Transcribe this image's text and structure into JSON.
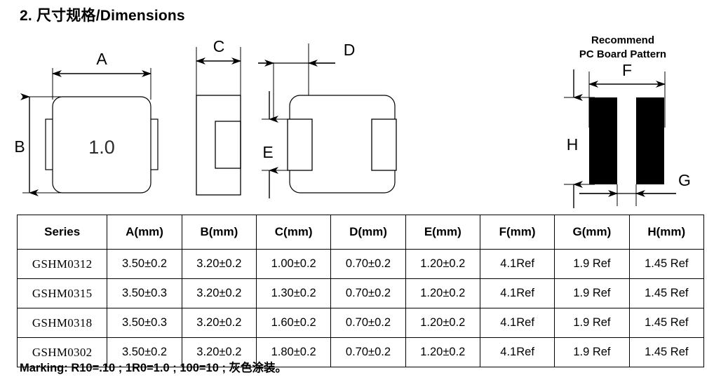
{
  "page": {
    "title": "2. 尺寸规格/Dimensions",
    "marking_note": "Marking: R10=.10 ; 1R0=1.0 ; 100=10 ; 灰色涂装。"
  },
  "drawings": {
    "top_view": {
      "body_marking": "1.0",
      "dim_a": "A",
      "dim_b": "B"
    },
    "side_view": {
      "dim_c": "C"
    },
    "bottom_view": {
      "dim_d": "D",
      "dim_e": "E"
    },
    "pcb_pattern": {
      "title_line1": "Recommend",
      "title_line2": "PC Board Pattern",
      "dim_f": "F",
      "dim_g": "G",
      "dim_h": "H",
      "pad_color": "#000000"
    }
  },
  "table": {
    "headers": [
      "Series",
      "A(mm)",
      "B(mm)",
      "C(mm)",
      "D(mm)",
      "E(mm)",
      "F(mm)",
      "G(mm)",
      "H(mm)"
    ],
    "rows": [
      {
        "series": "GSHM0312",
        "a": "3.50±0.2",
        "b": "3.20±0.2",
        "c": "1.00±0.2",
        "d": "0.70±0.2",
        "e": "1.20±0.2",
        "f": "4.1Ref",
        "g": "1.9 Ref",
        "h": "1.45 Ref"
      },
      {
        "series": "GSHM0315",
        "a": "3.50±0.3",
        "b": "3.20±0.2",
        "c": "1.30±0.2",
        "d": "0.70±0.2",
        "e": "1.20±0.2",
        "f": "4.1Ref",
        "g": "1.9 Ref",
        "h": "1.45 Ref"
      },
      {
        "series": "GSHM0318",
        "a": "3.50±0.3",
        "b": "3.20±0.2",
        "c": "1.60±0.2",
        "d": "0.70±0.2",
        "e": "1.20±0.2",
        "f": "4.1Ref",
        "g": "1.9 Ref",
        "h": "1.45 Ref"
      },
      {
        "series": "GSHM0302",
        "a": "3.50±0.2",
        "b": "3.20±0.2",
        "c": "1.80±0.2",
        "d": "0.70±0.2",
        "e": "1.20±0.2",
        "f": "4.1Ref",
        "g": "1.9 Ref",
        "h": "1.45 Ref"
      }
    ]
  }
}
